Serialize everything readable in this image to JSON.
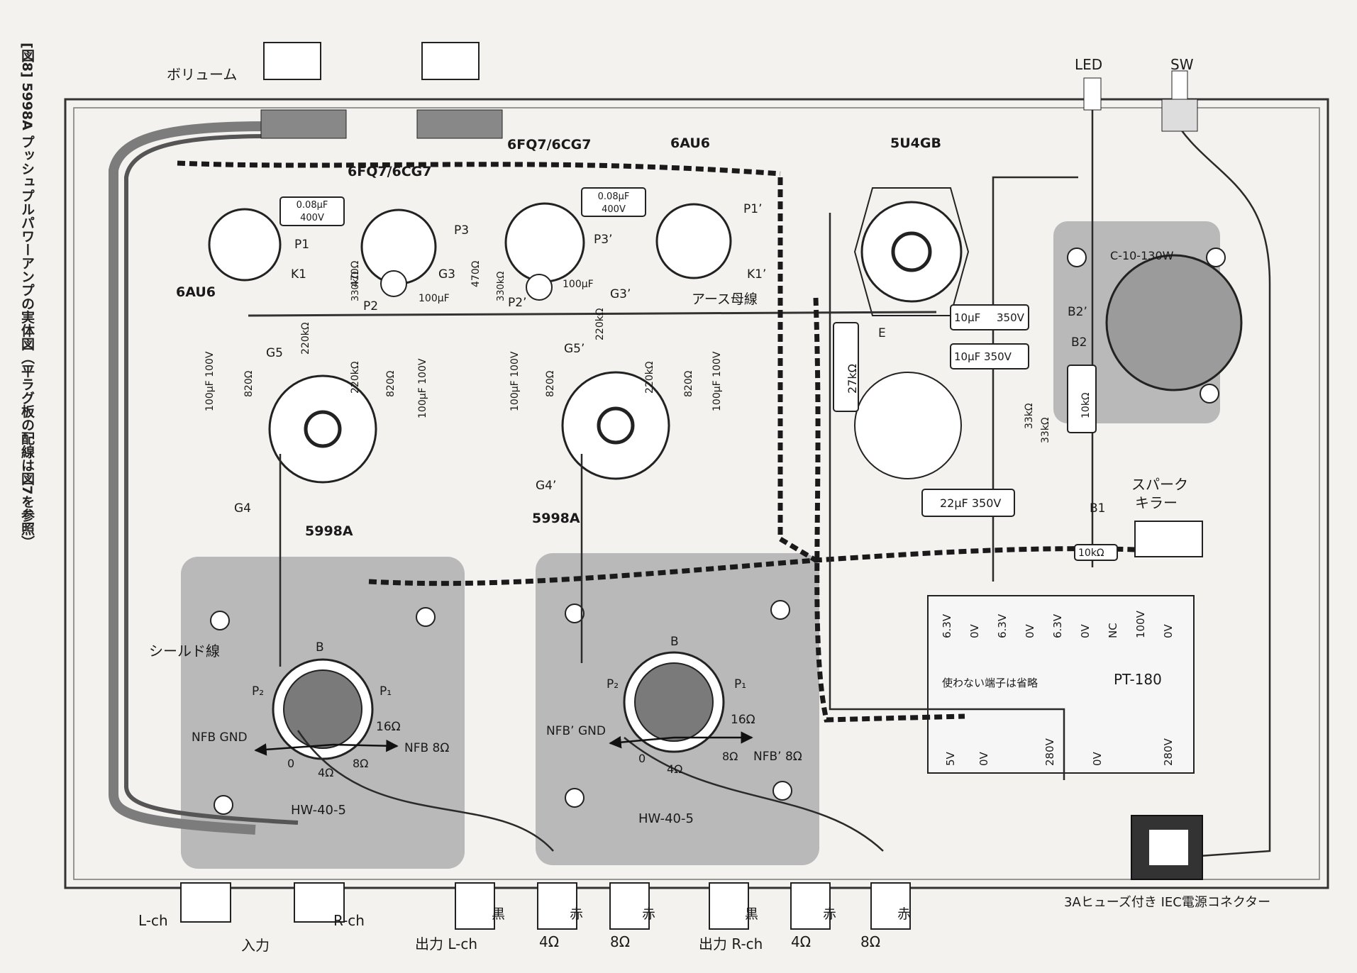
{
  "caption": "[図8] 5998A プッシュプルパワーアンプの実体図（平ラグ板の配線は図7を参照）",
  "top_labels": {
    "volume": "ボリューム",
    "led": "LED",
    "sw": "SW",
    "tube_6fq7_center": "6FQ7/6CG7",
    "tube_6fq7_right": "6FQ7/6CG7",
    "tube_6au6_right": "6AU6",
    "tube_5u4gb": "5U4GB",
    "tube_6au6_left": "6AU6"
  },
  "capacitors": {
    "c_coupling_left": [
      "0.08μF",
      "400V"
    ],
    "c_coupling_right": [
      "0.08μF",
      "400V"
    ],
    "c_100uf_left": "100μF",
    "c_100uf_right": "100μF",
    "c_bypass": [
      "100μF 100V",
      "100μF 100V",
      "100μF 100V",
      "100μF 100V"
    ],
    "c_10uf_a": "10μF",
    "c_350v_a": "350V",
    "c_10uf_b": "10μF 350V",
    "c_22uf": "22μF 350V"
  },
  "resistors": {
    "r470_left": "470Ω",
    "r330k_left": "330kΩ",
    "r470_right": "470Ω",
    "r330k_right": "330kΩ",
    "r220k": [
      "220kΩ",
      "220kΩ",
      "220kΩ",
      "220kΩ"
    ],
    "r820": [
      "820Ω",
      "820Ω",
      "820Ω",
      "820Ω"
    ],
    "r27k": "27kΩ",
    "r33k_a": "33kΩ",
    "r33k_b": "33kΩ",
    "r10k_a": "10kΩ",
    "r10k_b": "10kΩ"
  },
  "pins": {
    "p1": "P1",
    "k1": "K1",
    "p2": "P2",
    "p3": "P3",
    "g3": "G3",
    "p3p": "P3’",
    "g3p": "G3’",
    "p2p": "P2’",
    "p1p": "P1’",
    "k1p": "K1’",
    "g5": "G5",
    "g4": "G4",
    "g5p": "G5’",
    "g4p": "G4’",
    "b2p": "B2’",
    "b2": "B2",
    "b1": "B1",
    "e": "E"
  },
  "misc": {
    "earth_bus": "アース母線",
    "tube_5998a_left": "5998A",
    "tube_5998a_right": "5998A",
    "choke": "C-10-130W",
    "spark_killer": [
      "スパーク",
      "キラー"
    ],
    "shield": "シールド線",
    "power_transformer": "PT-180",
    "unused_terminals": "使わない端子は省略",
    "pt_top_terminals": [
      "6.3V",
      "0V",
      "6.3V",
      "0V",
      "6.3V",
      "0V",
      "NC",
      "100V",
      "0V"
    ],
    "pt_bottom_terminals": [
      "5V",
      "0V",
      "280V",
      "0V",
      "280V"
    ]
  },
  "output_transformer_left": {
    "model": "HW-40-5",
    "b": "B",
    "p2": "P₂",
    "p1": "P₁",
    "nfb_gnd": "NFB GND",
    "t16": "16Ω",
    "nfb8": "NFB 8Ω",
    "t0": "0",
    "t4": "4Ω",
    "t8": "8Ω"
  },
  "output_transformer_right": {
    "model": "HW-40-5",
    "b": "B",
    "p2": "P₂",
    "p1": "P₁",
    "nfb_gnd": "NFB’ GND",
    "t16": "16Ω",
    "nfb8": "NFB’ 8Ω",
    "t0": "0",
    "t4": "4Ω",
    "t8": "8Ω"
  },
  "bottom_labels": {
    "lch_in": "L-ch",
    "rch_in": "R-ch",
    "input": "入力",
    "out_lch": "出力 L-ch",
    "out_rch": "出力 R-ch",
    "ohm4_l": "4Ω",
    "ohm8_l": "8Ω",
    "ohm4_r": "4Ω",
    "ohm8_r": "8Ω",
    "black_l": "黒",
    "red4_l": "赤",
    "red8_l": "赤",
    "black_r": "黒",
    "red4_r": "赤",
    "red8_r": "赤",
    "iec": "3Aヒューズ付き IEC電源コネクター"
  }
}
